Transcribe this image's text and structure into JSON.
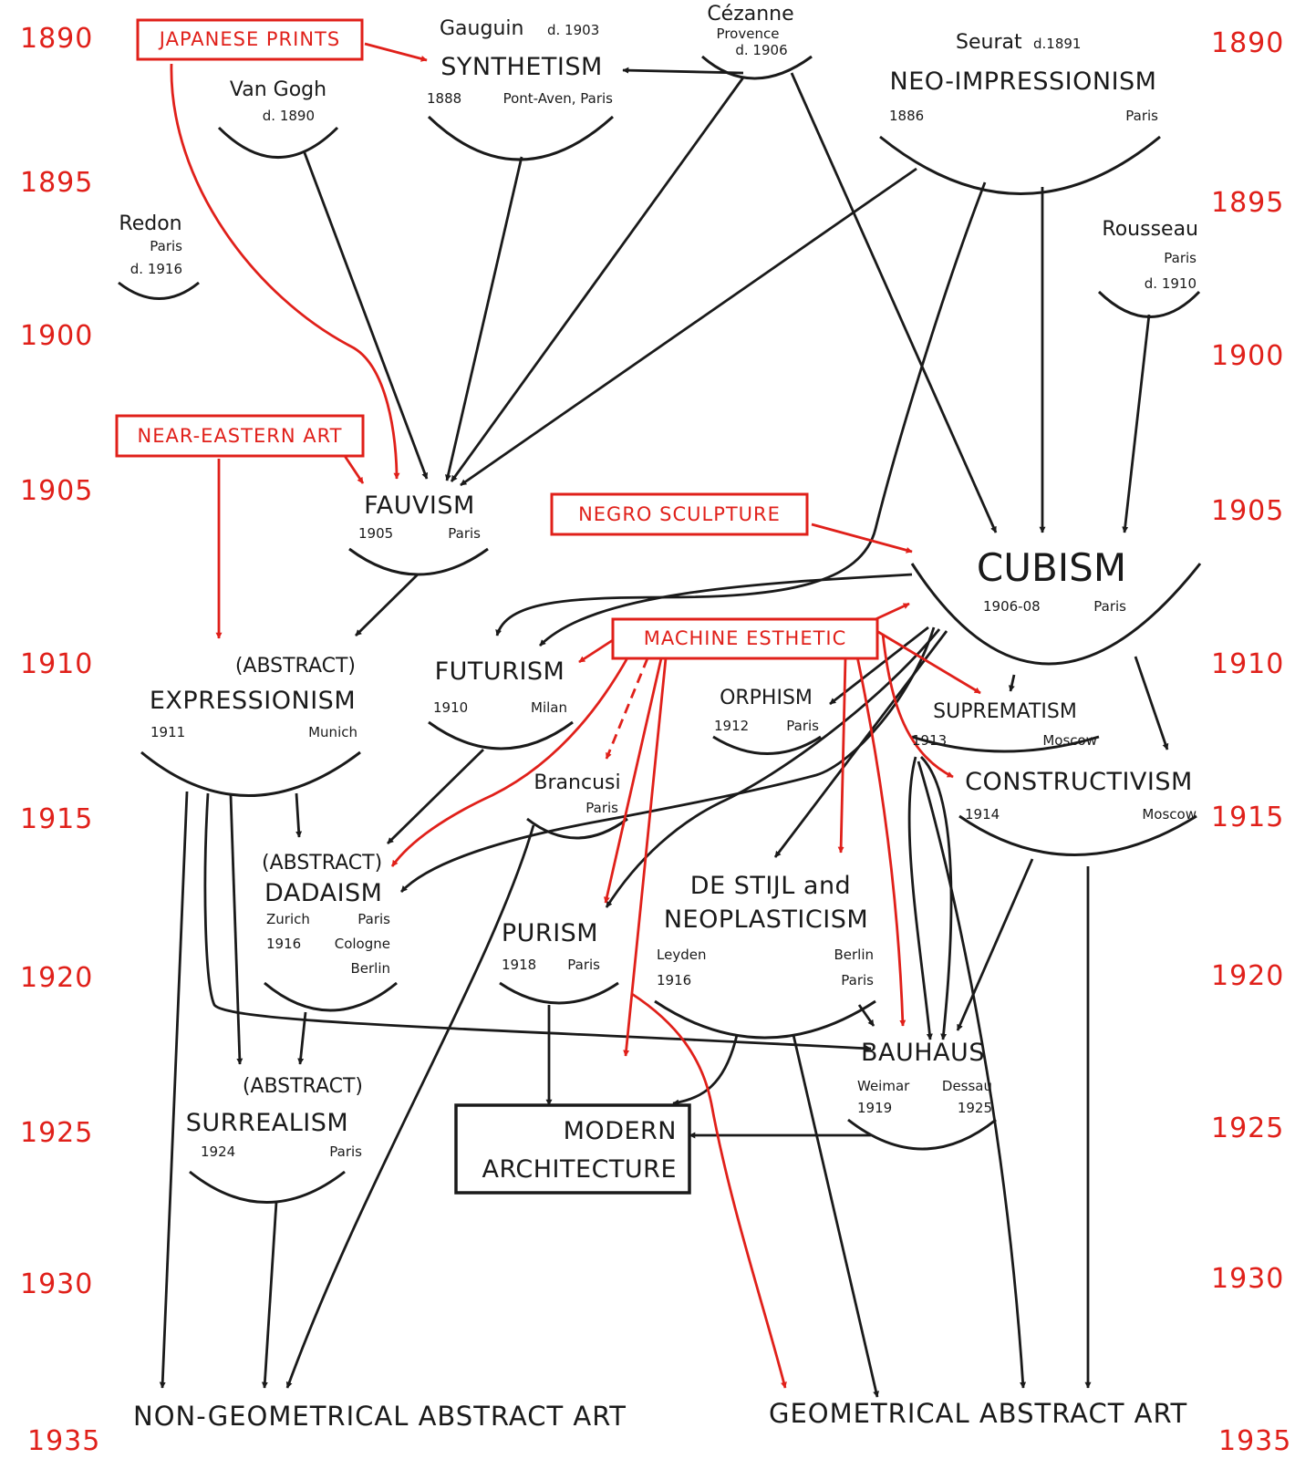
{
  "years_left": [
    "1890",
    "1895",
    "1900",
    "1905",
    "1910",
    "1915",
    "1920",
    "1925",
    "1930",
    "1935"
  ],
  "years_right": [
    "1890",
    "1895",
    "1900",
    "1905",
    "1910",
    "1915",
    "1920",
    "1925",
    "1930",
    "1935"
  ],
  "influences": {
    "japanese_prints": "JAPANESE PRINTS",
    "near_eastern_art": "NEAR-EASTERN ART",
    "negro_sculpture": "NEGRO SCULPTURE",
    "machine_esthetic": "MACHINE ESTHETIC"
  },
  "artists": {
    "cezanne": {
      "name": "Cézanne",
      "place": "Provence",
      "death": "d. 1906"
    },
    "van_gogh": {
      "name": "Van Gogh",
      "death": "d. 1890"
    },
    "redon": {
      "name": "Redon",
      "place": "Paris",
      "death": "d. 1916"
    },
    "rousseau": {
      "name": "Rousseau",
      "place": "Paris",
      "death": "d. 1910"
    },
    "brancusi": {
      "name": "Brancusi",
      "place": "Paris"
    }
  },
  "movements": {
    "synthetism": {
      "artist": "Gauguin",
      "death": "d. 1903",
      "name": "SYNTHETISM",
      "year": "1888",
      "place": "Pont-Aven, Paris"
    },
    "neo_impressionism": {
      "artist": "Seurat",
      "death": "d.1891",
      "name": "NEO-IMPRESSIONISM",
      "year": "1886",
      "place": "Paris"
    },
    "fauvism": {
      "name": "FAUVISM",
      "year": "1905",
      "place": "Paris"
    },
    "cubism": {
      "name": "CUBISM",
      "year": "1906-08",
      "place": "Paris"
    },
    "expressionism": {
      "prefix": "(ABSTRACT)",
      "name": "EXPRESSIONISM",
      "year": "1911",
      "place": "Munich"
    },
    "futurism": {
      "name": "FUTURISM",
      "year": "1910",
      "place": "Milan"
    },
    "orphism": {
      "name": "ORPHISM",
      "year": "1912",
      "place": "Paris"
    },
    "suprematism": {
      "name": "SUPREMATISM",
      "year": "1913",
      "place": "Moscow"
    },
    "constructivism": {
      "name": "CONSTRUCTIVISM",
      "year": "1914",
      "place": "Moscow"
    },
    "dadaism": {
      "prefix": "(ABSTRACT)",
      "name": "DADAISM",
      "places": [
        "Zurich",
        "Paris",
        "1916",
        "Cologne",
        "Berlin"
      ]
    },
    "de_stijl": {
      "line1": "DE STIJL and",
      "line2": "NEOPLASTICISM",
      "place1": "Leyden",
      "year": "1916",
      "place2": "Berlin",
      "place3": "Paris"
    },
    "purism": {
      "name": "PURISM",
      "year": "1918",
      "place": "Paris"
    },
    "bauhaus": {
      "name": "BAUHAUS",
      "place1": "Weimar",
      "place2": "Dessau",
      "year1": "1919",
      "year2": "1925"
    },
    "surrealism": {
      "prefix": "(ABSTRACT)",
      "name": "SURREALISM",
      "year": "1924",
      "place": "Paris"
    },
    "modern_architecture": {
      "line1": "MODERN",
      "line2": "ARCHITECTURE"
    }
  },
  "outcomes": {
    "non_geometrical": "NON-GEOMETRICAL ABSTRACT ART",
    "geometrical": "GEOMETRICAL ABSTRACT ART"
  },
  "colors": {
    "accent": "#e0201a",
    "ink": "#1a1a1a",
    "background": "#ffffff"
  }
}
